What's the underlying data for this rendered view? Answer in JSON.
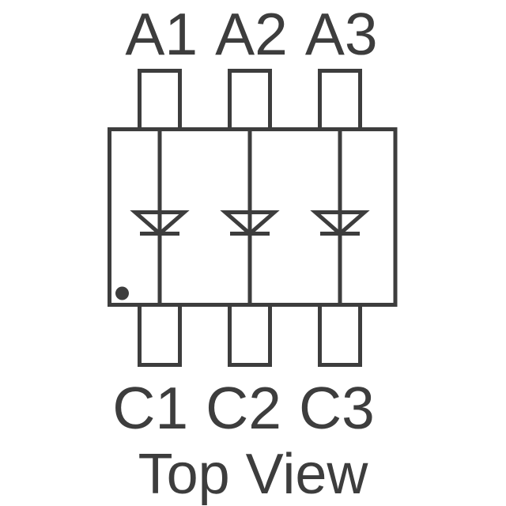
{
  "diagram": {
    "kind": "diode-array-package-pinout-top-view",
    "labels": {
      "top": [
        "A1",
        "A2",
        "A3"
      ],
      "bottom": [
        "C1",
        "C2",
        "C3"
      ],
      "title": "Top View"
    },
    "symbols": {
      "internal_components": [
        "diode-icon",
        "diode-icon",
        "diode-icon"
      ],
      "pin1_marker": "dot-icon"
    },
    "colors": {
      "line": "#3d3d3d",
      "background": "#ffffff"
    }
  }
}
